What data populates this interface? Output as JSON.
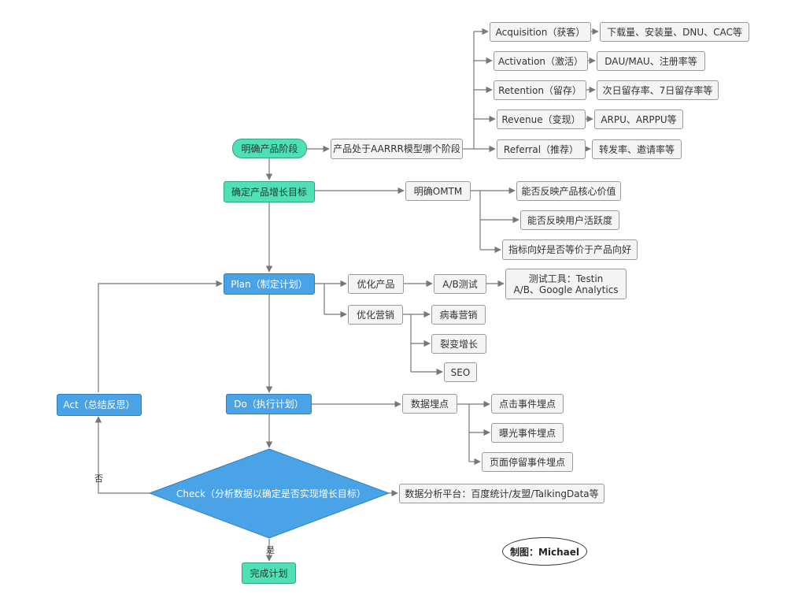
{
  "nodes": {
    "clarify_stage": "明确产品阶段",
    "stage_question": "产品处于AARRR模型哪个阶段",
    "acquisition": "Acquisition（获客）",
    "acquisition_metrics": "下载量、安装量、DNU、CAC等",
    "activation": "Activation（激活）",
    "activation_metrics": "DAU/MAU、注册率等",
    "retention": "Retention（留存）",
    "retention_metrics": "次日留存率、7日留存率等",
    "revenue": "Revenue（变现）",
    "revenue_metrics": "ARPU、ARPPU等",
    "referral": "Referral（推荐）",
    "referral_metrics": "转发率、邀请率等",
    "set_goal": "确定产品增长目标",
    "omtm": "明确OMTM",
    "omtm_core_value": "能否反映产品核心价值",
    "omtm_activity": "能否反映用户活跃度",
    "omtm_direction": "指标向好是否等价于产品向好",
    "plan": "Plan（制定计划）",
    "optimize_product": "优化产品",
    "ab_test": "A/B测试",
    "test_tools_line1": "测试工具：Testin",
    "test_tools_line2": "A/B、Google Analytics",
    "optimize_marketing": "优化营销",
    "viral_marketing": "病毒营销",
    "fission_growth": "裂变增长",
    "seo": "SEO",
    "act": "Act（总结反思）",
    "do": "Do（执行计划）",
    "tracking": "数据埋点",
    "click_tracking": "点击事件埋点",
    "exposure_tracking": "曝光事件埋点",
    "stay_tracking": "页面停留事件埋点",
    "check": "Check（分析数据以确定是否实现增长目标）",
    "analytics_platform": "数据分析平台：百度统计/友盟/TalkingData等",
    "done": "完成计划"
  },
  "labels": {
    "no": "否",
    "yes": "是"
  },
  "signature": "制图：Michael",
  "colors": {
    "teal": "#4fe0b6",
    "blue": "#4aa3e6",
    "line": "#777777"
  }
}
